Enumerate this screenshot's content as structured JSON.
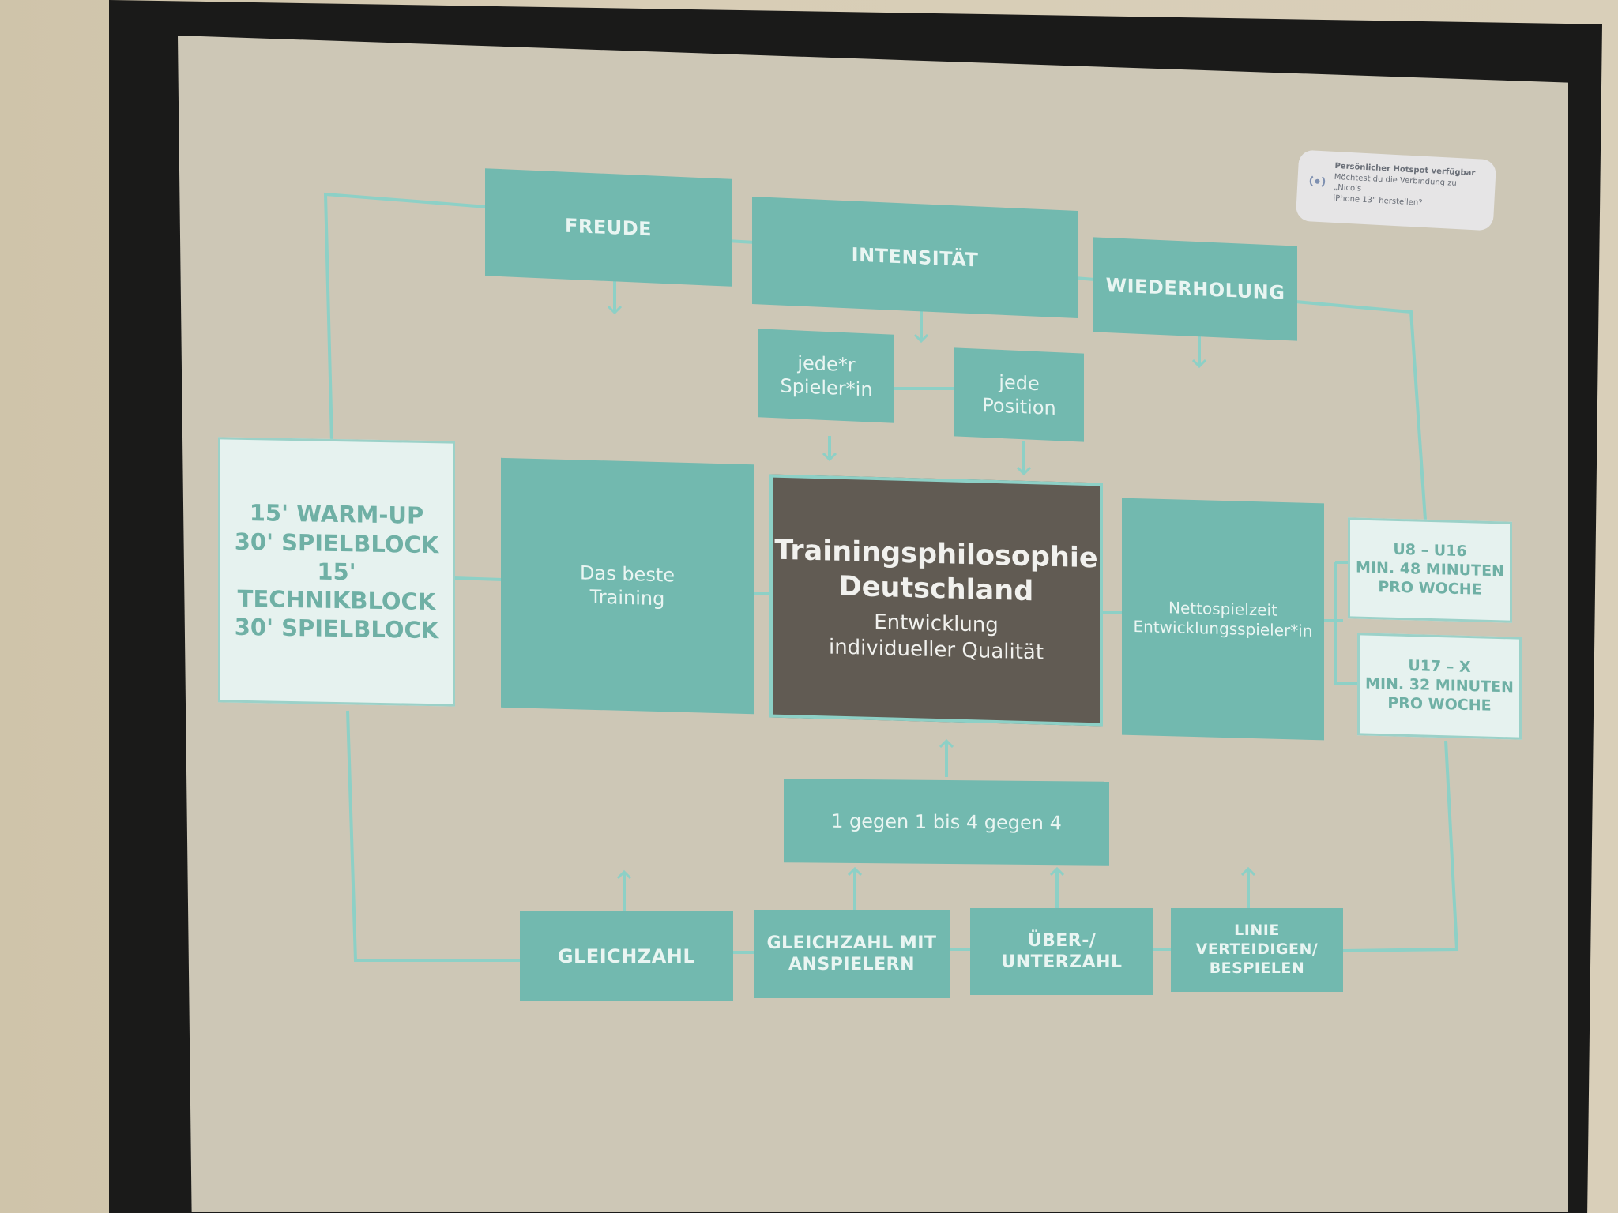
{
  "top": {
    "freude": "FREUDE",
    "intensitaet": "INTENSITÄT",
    "wiederholung": "WIEDERHOLUNG"
  },
  "sub": {
    "jeder_spieler": [
      "jede*r",
      "Spieler*in"
    ],
    "jede_position": [
      "jede",
      "Position"
    ]
  },
  "left_block": {
    "lines": [
      "15' WARM-UP",
      "30' SPIELBLOCK",
      "15' TECHNIKBLOCK",
      "30' SPIELBLOCK"
    ]
  },
  "das_beste": [
    "Das beste",
    "Training"
  ],
  "center": {
    "title": [
      "Trainingsphilosophie",
      "Deutschland"
    ],
    "subtitle": [
      "Entwicklung",
      "individueller Qualität"
    ]
  },
  "netto": [
    "Nettospielzeit",
    "Entwicklungsspieler*in"
  ],
  "right": {
    "u8": [
      "U8 – U16",
      "MIN. 48 MINUTEN",
      "PRO WOCHE"
    ],
    "u17": [
      "U17 – X",
      "MIN. 32 MINUTEN",
      "PRO WOCHE"
    ]
  },
  "mid_bottom": "1 gegen 1 bis 4 gegen 4",
  "bottom": {
    "gleichzahl": "GLEICHZAHL",
    "gleichzahl_mit": [
      "GLEICHZAHL MIT",
      "ANSPIELERN"
    ],
    "ueber": [
      "ÜBER-/",
      "UNTERZAHL"
    ],
    "linie": [
      "LINIE VERTEIDIGEN/",
      "BESPIELEN"
    ]
  },
  "notification": [
    "Persönlicher Hotspot verfügbar",
    "Möchtest du die Verbindung zu „Nico's",
    "iPhone 13“ herstellen?"
  ],
  "colors": {
    "teal": "#72b9af",
    "slide_bg": "#615b53",
    "line": "#8dd0c6",
    "light_box": "#e6f2ef"
  }
}
